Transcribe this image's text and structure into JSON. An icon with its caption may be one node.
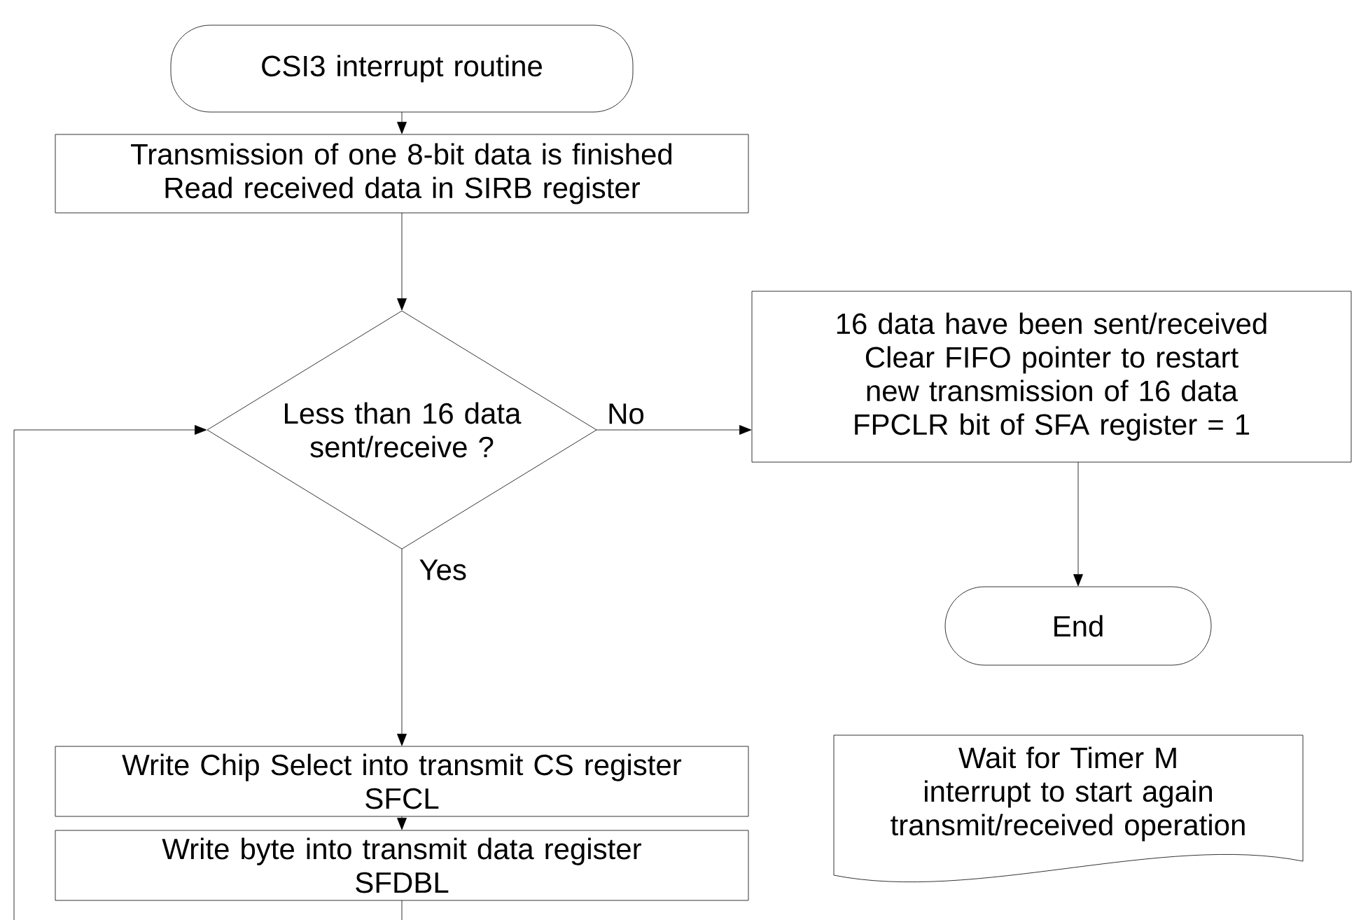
{
  "diagram": {
    "nodes": [
      {
        "text": [
          "CSI3 interrupt routine"
        ]
      },
      {
        "text": [
          "Transmission of one 8-bit data is finished",
          "Read received data in SIRB register"
        ]
      },
      {
        "text": [
          "Less than 16 data sent/receive ?"
        ]
      },
      {
        "text": [
          "16 data have been sent/received",
          "Clear FIFO pointer to restart new transmission of 16 data",
          "FPCLR bit of SFA register = 1"
        ]
      },
      {
        "text": [
          "End"
        ]
      },
      {
        "text": [
          "Write Chip Select into transmit CS register",
          "SFCL"
        ]
      },
      {
        "text": [
          "Write byte into transmit data register",
          "SFDBL"
        ]
      },
      {
        "text": [
          "Wait for Timer M interrupt  to start again transmit/received operation"
        ]
      }
    ],
    "edges": [
      {
        "from": 0,
        "to": 1,
        "arrow": "to"
      },
      {
        "from": 1,
        "to": 2,
        "arrow": "to"
      },
      {
        "from": 2,
        "to": 3,
        "arrow": "to",
        "label": "No"
      },
      {
        "from": 3,
        "to": 4,
        "arrow": "to"
      },
      {
        "from": 2,
        "to": 5,
        "arrow": "to",
        "label": "Yes"
      },
      {
        "from": 5,
        "to": 6,
        "arrow": "to"
      },
      {
        "from": 6,
        "to": null,
        "arrow": "none"
      },
      {
        "from": null,
        "to": 2,
        "arrow": "to"
      }
    ]
  }
}
